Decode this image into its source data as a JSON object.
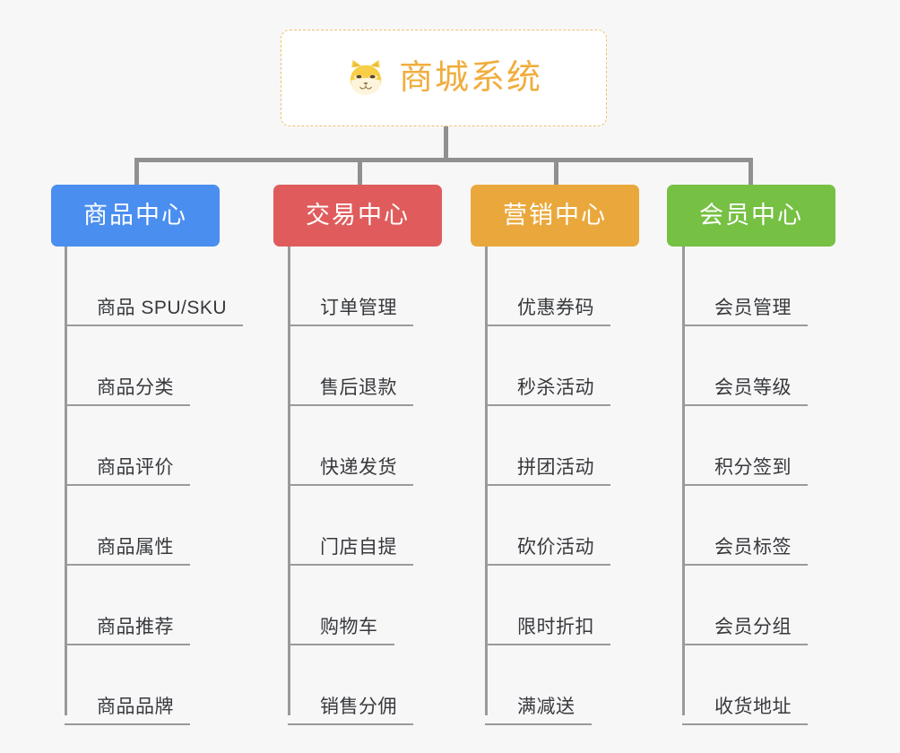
{
  "page": {
    "background_color": "#f7f7f7",
    "type": "mindmap"
  },
  "root": {
    "title": "商城系统",
    "icon": "shiba-dog-face-icon",
    "text_color": "#f0ad3e",
    "border_color": "#f0c070",
    "background_color": "#ffffff"
  },
  "connector": {
    "color": "#909090"
  },
  "branches": [
    {
      "label": "商品中心",
      "color": "#4a8ef0",
      "items": [
        "商品 SPU/SKU",
        "商品分类",
        "商品评价",
        "商品属性",
        "商品推荐",
        "商品品牌"
      ]
    },
    {
      "label": "交易中心",
      "color": "#e05c5c",
      "items": [
        "订单管理",
        "售后退款",
        "快递发货",
        "门店自提",
        "购物车",
        "销售分佣"
      ]
    },
    {
      "label": "营销中心",
      "color": "#eaa83c",
      "items": [
        "优惠券码",
        "秒杀活动",
        "拼团活动",
        "砍价活动",
        "限时折扣",
        "满减送"
      ]
    },
    {
      "label": "会员中心",
      "color": "#76c044",
      "items": [
        "会员管理",
        "会员等级",
        "积分签到",
        "会员标签",
        "会员分组",
        "收货地址"
      ]
    }
  ]
}
